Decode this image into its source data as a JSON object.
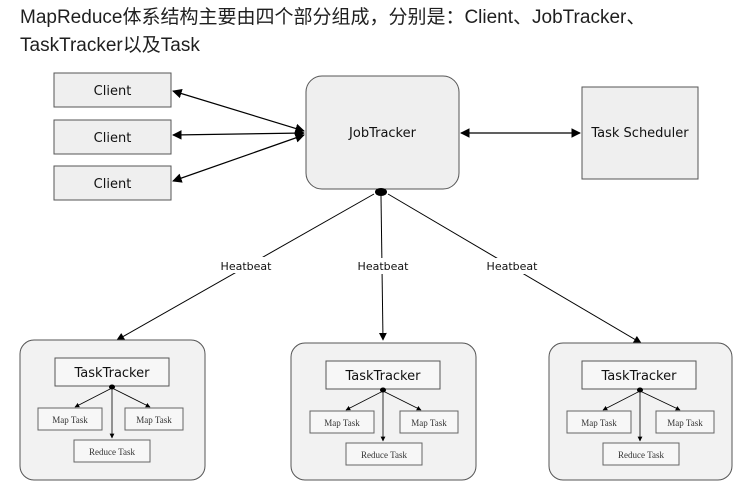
{
  "intro": {
    "line1": "MapReduce体系结构主要由四个部分组成，分别是：Client、JobTracker、",
    "line2": "TaskTracker以及Task"
  },
  "diagram": {
    "clients": [
      "Client",
      "Client",
      "Client"
    ],
    "job_tracker": "JobTracker",
    "task_scheduler": "Task Scheduler",
    "heartbeat_labels": [
      "Heatbeat",
      "Heatbeat",
      "Heatbeat"
    ],
    "task_trackers": [
      {
        "title": "TaskTracker",
        "map_tasks": [
          "Map Task",
          "Map Task"
        ],
        "reduce_task": "Reduce Task"
      },
      {
        "title": "TaskTracker",
        "map_tasks": [
          "Map Task",
          "Map Task"
        ],
        "reduce_task": "Reduce Task"
      },
      {
        "title": "TaskTracker",
        "map_tasks": [
          "Map Task",
          "Map Task"
        ],
        "reduce_task": "Reduce Task"
      }
    ]
  },
  "colors": {
    "box_fill": "#efefef",
    "group_fill": "#f2f2f2",
    "stroke": "#555555",
    "arrow": "#000000"
  }
}
